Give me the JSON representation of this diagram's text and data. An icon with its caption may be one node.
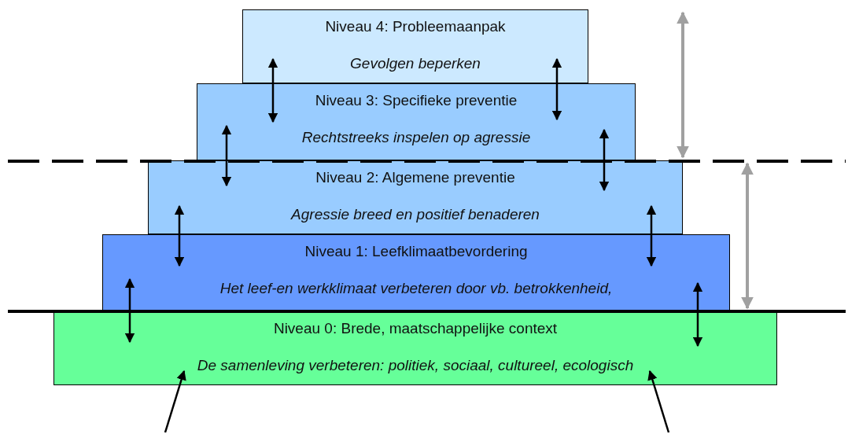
{
  "diagram": {
    "nodes": [
      {
        "text": [
          "Niveau 4: Probleemaanpak",
          "Gevolgen beperken"
        ]
      },
      {
        "text": [
          "Niveau 3: Specifieke preventie",
          "Rechtstreeks inspelen op agressie"
        ]
      },
      {
        "text": [
          "Niveau 2: Algemene preventie",
          "Agressie breed en positief benaderen"
        ]
      },
      {
        "text": [
          "Niveau 1: Leefklimaatbevordering",
          "Het leef-en werkklimaat verbeteren door vb. betrokkenheid,"
        ]
      },
      {
        "text": [
          "Niveau 0: Brede, maatschappelijke context",
          "De samenleving verbeteren: politiek, sociaal, cultureel, ecologisch"
        ]
      }
    ],
    "edges": [
      {
        "from": 0,
        "to": 1,
        "arrow": "both"
      },
      {
        "from": 0,
        "to": 1,
        "arrow": "both"
      },
      {
        "from": 1,
        "to": 2,
        "arrow": "both"
      },
      {
        "from": 1,
        "to": 2,
        "arrow": "both"
      },
      {
        "from": 2,
        "to": 3,
        "arrow": "both"
      },
      {
        "from": 2,
        "to": 3,
        "arrow": "both"
      },
      {
        "from": 3,
        "to": 4,
        "arrow": "both"
      },
      {
        "from": 3,
        "to": 4,
        "arrow": "both"
      },
      {
        "from": null,
        "to": 4,
        "arrow": "to"
      },
      {
        "from": null,
        "to": 4,
        "arrow": "to"
      }
    ]
  }
}
